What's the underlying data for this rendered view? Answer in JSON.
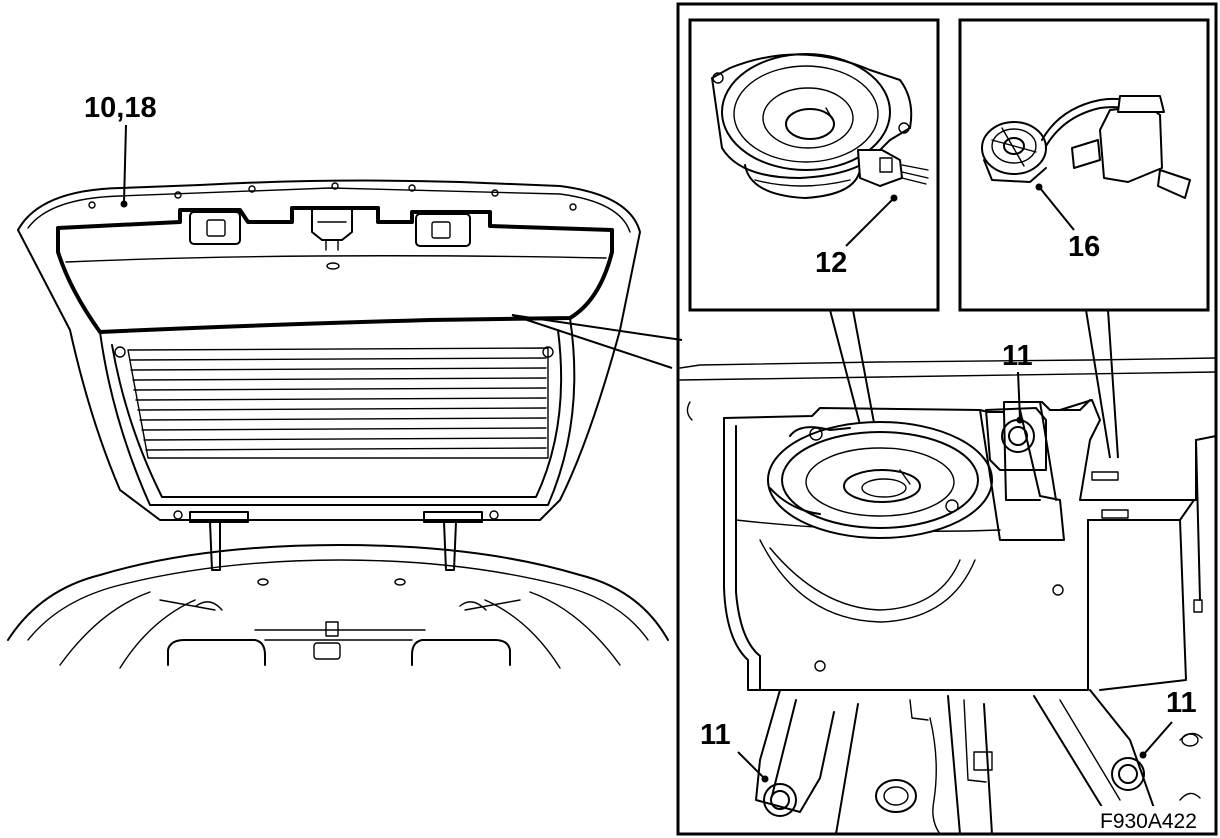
{
  "callouts": {
    "tailgate": "10,18",
    "speaker": "12",
    "tweeter": "16",
    "bolt_top": "11",
    "bolt_left": "11",
    "bolt_right": "11"
  },
  "figure_id": "F930A422",
  "colors": {
    "line": "#000000",
    "background": "#ffffff"
  }
}
